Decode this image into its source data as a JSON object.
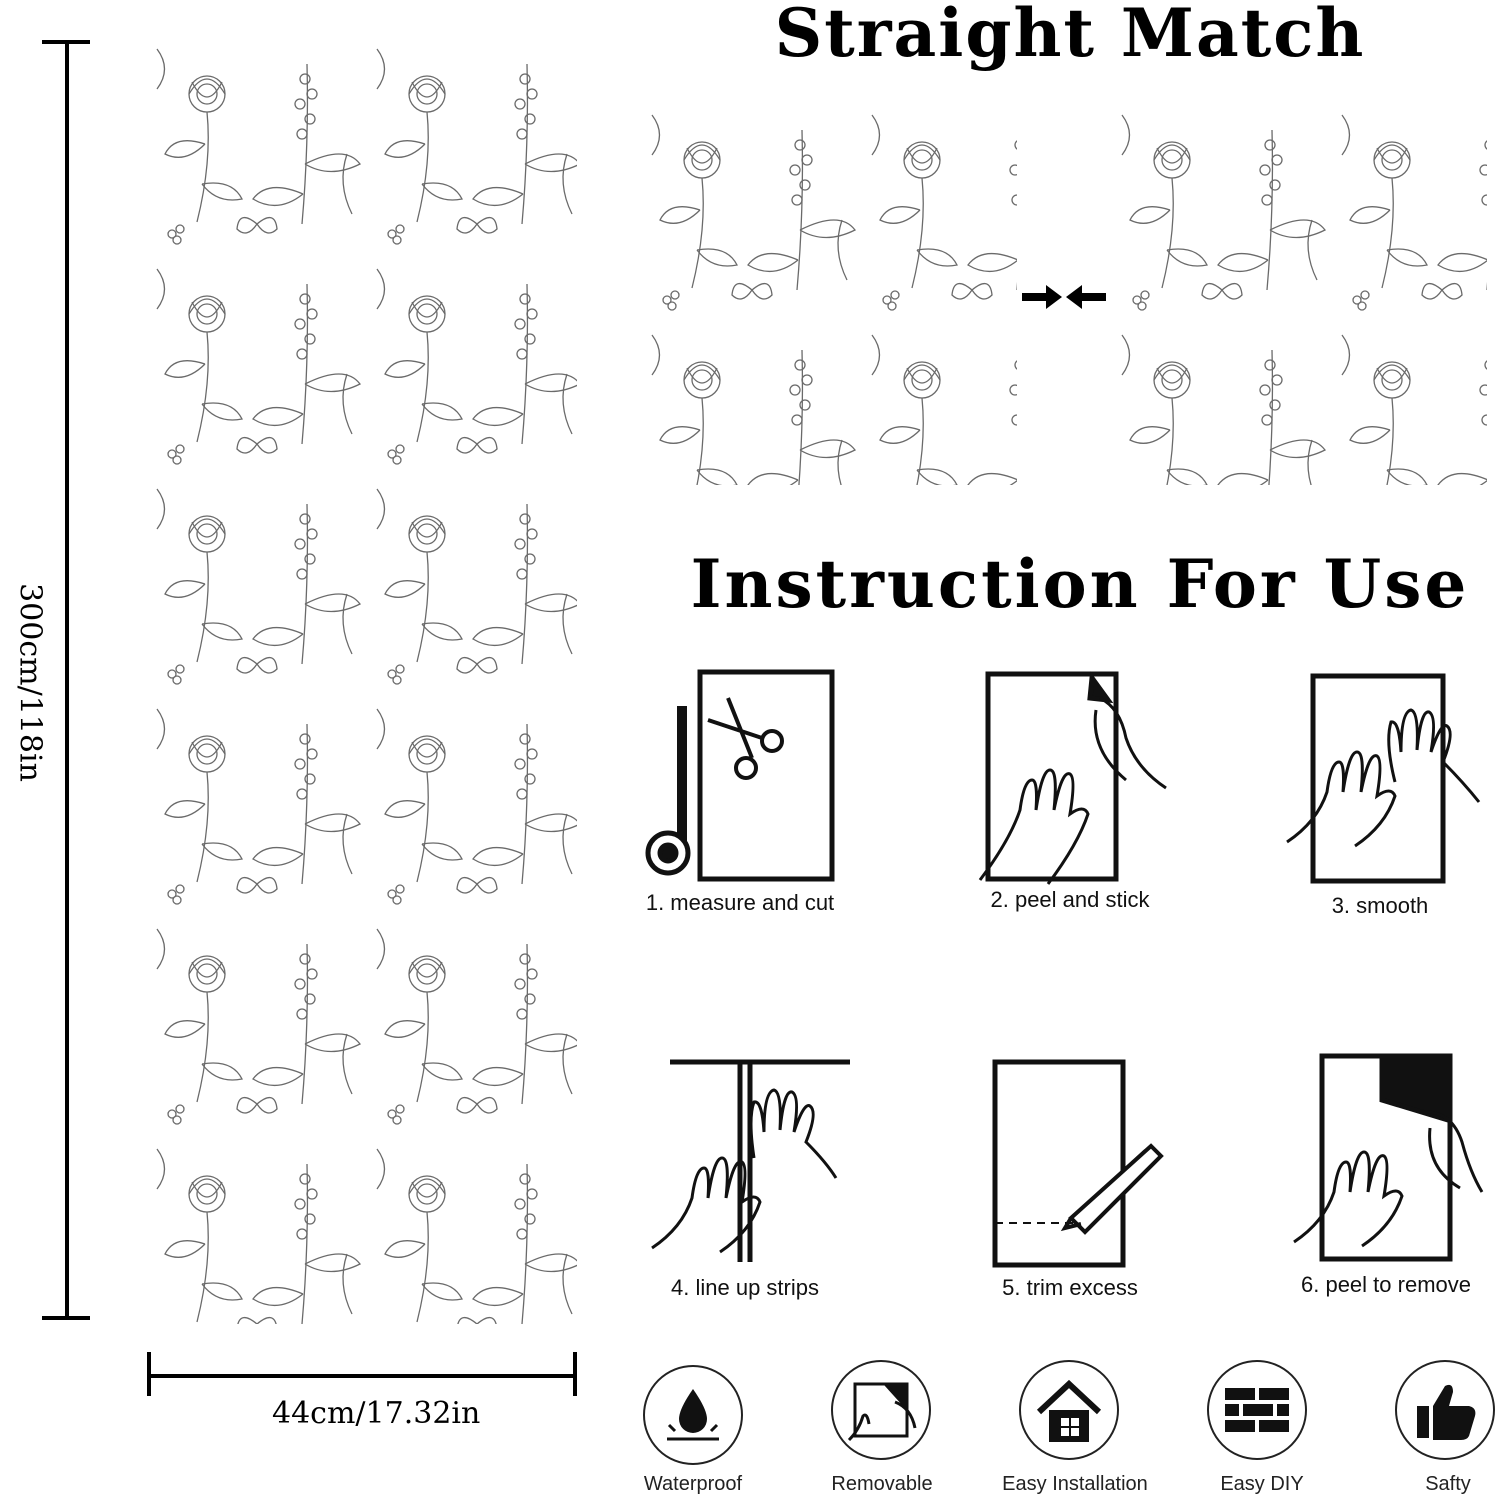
{
  "headings": {
    "straight_match": "Straight Match",
    "instructions": "Instruction For Use"
  },
  "dimensions": {
    "height": "300cm/118in",
    "width": "44cm/17.32in"
  },
  "steps": [
    {
      "label": "1. measure and cut",
      "icon": "scissors-tape-measure-icon"
    },
    {
      "label": "2. peel and stick",
      "icon": "peel-stick-hands-icon"
    },
    {
      "label": "3. smooth",
      "icon": "smooth-hands-icon"
    },
    {
      "label": "4. line up strips",
      "icon": "line-up-strips-icon"
    },
    {
      "label": "5. trim excess",
      "icon": "utility-knife-icon"
    },
    {
      "label": "6. peel to remove",
      "icon": "peel-remove-icon"
    }
  ],
  "features": [
    {
      "label": "Waterproof",
      "icon": "water-drop-icon"
    },
    {
      "label": "Removable",
      "icon": "removable-icon"
    },
    {
      "label": "Easy Installation",
      "icon": "house-icon"
    },
    {
      "label": "Easy DIY",
      "icon": "brick-wall-icon"
    },
    {
      "label": "Safty",
      "icon": "thumbs-up-icon"
    }
  ],
  "colors": {
    "ink": "#111111",
    "background": "#ffffff"
  }
}
